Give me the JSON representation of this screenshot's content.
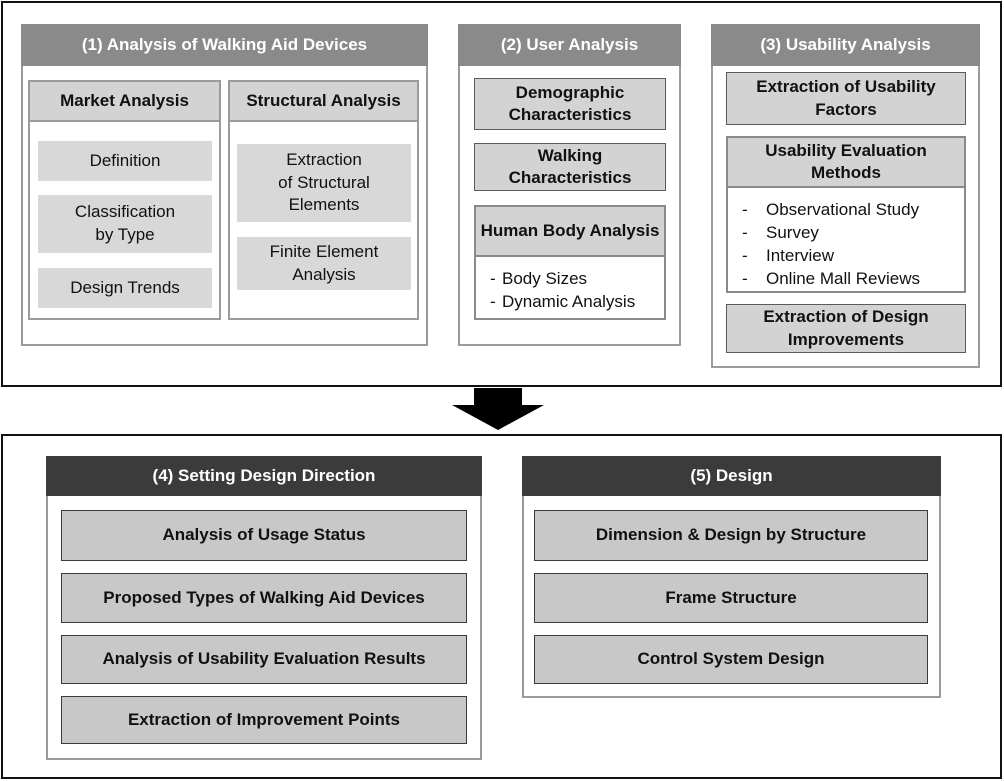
{
  "section1": {
    "title": "(1) Analysis of Walking Aid Devices",
    "market": {
      "title": "Market Analysis",
      "items": [
        "Definition",
        "Classification\nby Type",
        "Design Trends"
      ]
    },
    "structural": {
      "title": "Structural Analysis",
      "items": [
        "Extraction\nof Structural\nElements",
        "Finite Element\nAnalysis"
      ]
    }
  },
  "section2": {
    "title": "(2) User Analysis",
    "boxes": [
      "Demographic\nCharacteristics",
      "Walking\nCharacteristics"
    ],
    "body": {
      "title": "Human Body\nAnalysis",
      "items": [
        "Body Sizes",
        "Dynamic Analysis"
      ]
    }
  },
  "section3": {
    "title": "(3) Usability Analysis",
    "factors": "Extraction of\nUsability Factors",
    "methods": {
      "title": "Usability Evaluation\nMethods",
      "items": [
        "Observational Study",
        "Survey",
        "Interview",
        "Online Mall Reviews"
      ]
    },
    "improvements": "Extraction of Design\nImprovements"
  },
  "section4": {
    "title": "(4) Setting Design Direction",
    "items": [
      "Analysis of Usage Status",
      "Proposed Types of Walking Aid Devices",
      "Analysis of Usability Evaluation Results",
      "Extraction of Improvement Points"
    ]
  },
  "section5": {
    "title": "(5) Design",
    "items": [
      "Dimension & Design by Structure",
      "Frame Structure",
      "Control System Design"
    ]
  },
  "list_marker": "-"
}
